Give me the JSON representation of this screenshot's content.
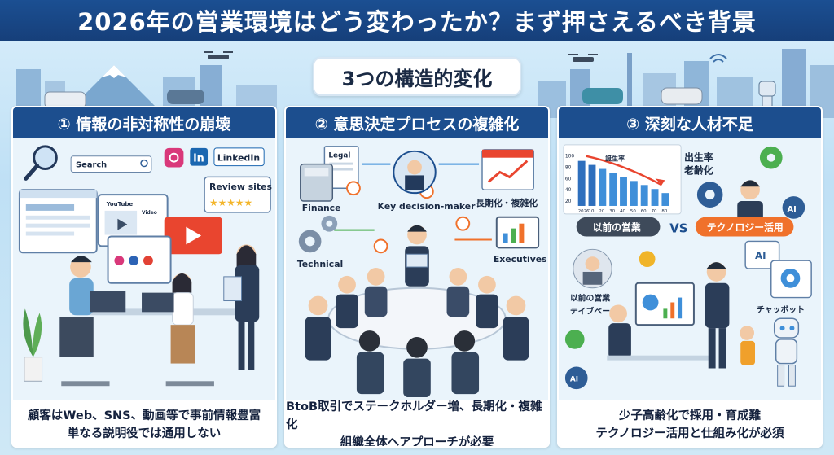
{
  "title": "2026年の営業環境はどう変わったか？まず押さえるべき背景",
  "subtitle": "3つの構造的変化",
  "panels": [
    {
      "header": "① 情報の非対称性の崩壊",
      "labels": {
        "search": "Search",
        "linkedin_in": "in",
        "linkedin": "LinkedIn",
        "review_sites": "Review sites",
        "youtube": "YouTube",
        "video": "Video"
      },
      "footer": [
        "顧客はWeb、SNS、動画等で事前情報豊富",
        "単なる説明役では通用しない"
      ]
    },
    {
      "header": "② 意思決定プロセスの複雑化",
      "labels": {
        "legal": "Legal",
        "finance": "Finance",
        "key_decision_maker": "Key decision-maker",
        "long_complex": "長期化・複雑化",
        "technical": "Technical",
        "executives": "Executives"
      },
      "footer": [
        "BtoB取引でステークホルダー増、長期化・複雑化",
        "組織全体へアプローチが必要"
      ]
    },
    {
      "header": "③ 深刻な人材不足",
      "labels": {
        "birth_rate": "出生率",
        "aging": "老齢化",
        "birth_rate_small": "誕生率",
        "x_ticks": [
          "2026",
          "10",
          "20",
          "30",
          "40",
          "50",
          "60",
          "70",
          "80"
        ],
        "y_ticks": [
          "100",
          "80",
          "60",
          "40",
          "20"
        ],
        "old_sales": "以前の営業",
        "vs": "VS",
        "tech_use": "テクノロジー活用",
        "old_sales_2": "以前の営業",
        "dive_bane": "テイブベーン",
        "chatbot": "チャッボット",
        "ai": "AI"
      },
      "footer": [
        "少子高齢化で採用・育成難",
        "テクノロジー活用と仕組み化が必須"
      ]
    }
  ],
  "colors": {
    "navy": "#1c4e8e",
    "accent_orange": "#f0712b",
    "chart_blue": "#3f8fd9",
    "sky": "#cfe8f6"
  }
}
